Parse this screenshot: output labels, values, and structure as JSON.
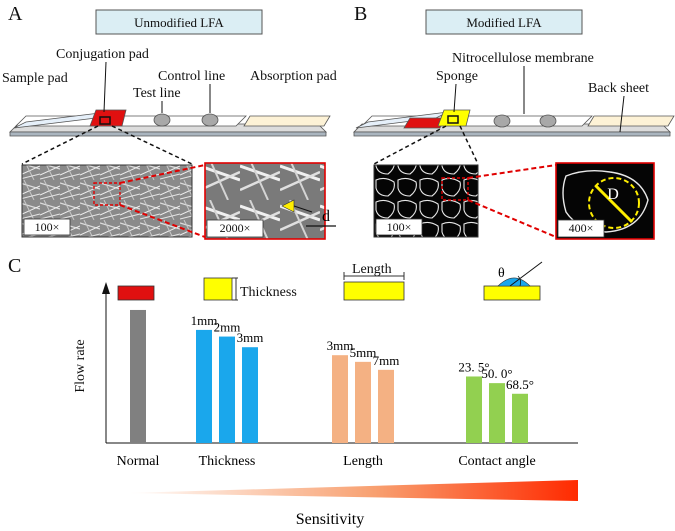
{
  "panels": {
    "a": {
      "letter": "A",
      "title": "Unmodified LFA",
      "labels": {
        "sample_pad": "Sample pad",
        "conjugation_pad": "Conjugation pad",
        "control_line": "Control line",
        "test_line": "Test line",
        "absorption_pad": "Absorption pad"
      },
      "insets": [
        {
          "magnification": "100×"
        },
        {
          "magnification": "2000×",
          "annotation": "d"
        }
      ]
    },
    "b": {
      "letter": "B",
      "title": "Modified LFA",
      "labels": {
        "nitrocellulose": "Nitrocellulose membrane",
        "sponge": "Sponge",
        "back_sheet": "Back sheet"
      },
      "insets": [
        {
          "magnification": "100×"
        },
        {
          "magnification": "400×",
          "annotation": "D"
        }
      ]
    },
    "c": {
      "letter": "C",
      "legend": {
        "thickness": "Thickness",
        "length": "Length",
        "angle": "θ"
      },
      "sensitivity_label": "Sensitivity"
    }
  },
  "colors": {
    "normal": "#808080",
    "thickness": "#1aa7ec",
    "length": "#f4b183",
    "angle": "#92d050",
    "pad_red": "#e01010",
    "sponge_yellow": "#ffff00",
    "title_box": "#dbeef4",
    "dashed_red": "#e00000"
  },
  "chart_data": {
    "type": "bar",
    "ylabel": "Flow rate",
    "xlabel": "",
    "groups": [
      {
        "name": "Normal",
        "color": "#808080",
        "bars": [
          {
            "label": "",
            "value": 100
          }
        ]
      },
      {
        "name": "Thickness",
        "color": "#1aa7ec",
        "bars": [
          {
            "label": "1mm",
            "value": 85
          },
          {
            "label": "2mm",
            "value": 80
          },
          {
            "label": "3mm",
            "value": 72
          }
        ]
      },
      {
        "name": "Length",
        "color": "#f4b183",
        "bars": [
          {
            "label": "3mm",
            "value": 66
          },
          {
            "label": "5mm",
            "value": 61
          },
          {
            "label": "7mm",
            "value": 55
          }
        ]
      },
      {
        "name": "Contact angle",
        "color": "#92d050",
        "bars": [
          {
            "label": "23. 5°",
            "value": 50
          },
          {
            "label": "50. 0°",
            "value": 45
          },
          {
            "label": "68.5°",
            "value": 37
          }
        ]
      }
    ],
    "ylim": [
      0,
      115
    ],
    "grid": false
  }
}
